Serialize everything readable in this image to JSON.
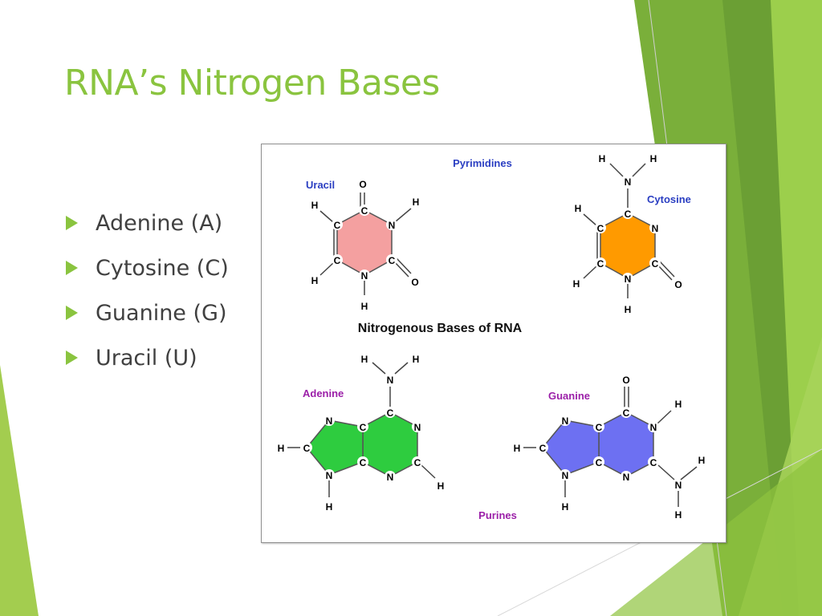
{
  "slide": {
    "title": "RNA’s Nitrogen Bases",
    "bullets": [
      {
        "label": "Adenine (A)"
      },
      {
        "label": "Cytosine (C)"
      },
      {
        "label": "Guanine (G)"
      },
      {
        "label": "Uracil (U)"
      }
    ],
    "colors": {
      "accent": "#8ac43f",
      "bullet_text": "#404040"
    }
  },
  "figure": {
    "title": "Nitrogenous Bases of RNA",
    "group_pyrimidines": "Pyrimidines",
    "group_purines": "Purines",
    "molecules": [
      {
        "name": "Uracil",
        "fill": "#f4a0a0",
        "label_color": "#2b3fc2"
      },
      {
        "name": "Cytosine",
        "fill": "#ff9a00",
        "label_color": "#2b3fc2"
      },
      {
        "name": "Adenine",
        "fill": "#2ecc3f",
        "label_color": "#9b1fa8"
      },
      {
        "name": "Guanine",
        "fill": "#6d70f2",
        "label_color": "#9b1fa8"
      }
    ],
    "atoms": {
      "C": "C",
      "N": "N",
      "O": "O",
      "H": "H"
    }
  }
}
